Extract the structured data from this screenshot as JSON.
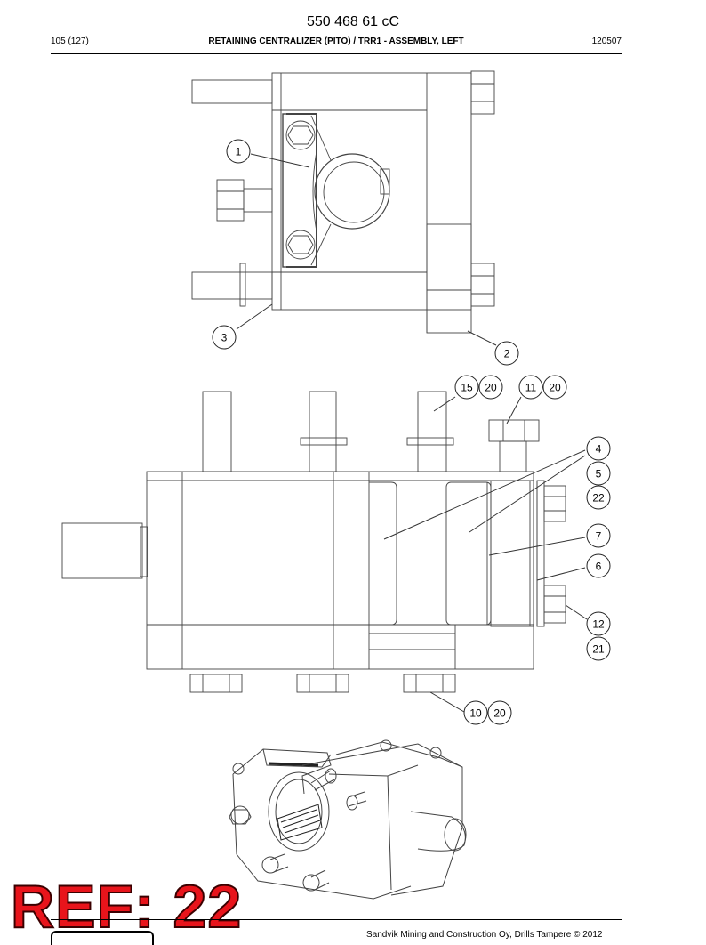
{
  "header": {
    "document_number": "550 468 61 cC",
    "page": "105 (127)",
    "title": "RETAINING CENTRALIZER (PITO) / TRR1 - ASSEMBLY, LEFT",
    "date_code": "120507"
  },
  "callouts": {
    "top_view": [
      "1",
      "3",
      "2"
    ],
    "side_view": {
      "c15": "15",
      "c20a": "20",
      "c11": "11",
      "c20b": "20",
      "c4": "4",
      "c5": "5",
      "c22": "22",
      "c7": "7",
      "c6": "6",
      "c12": "12",
      "c21": "21",
      "c10": "10",
      "c20c": "20"
    }
  },
  "stamp": {
    "ref": "REF: 22"
  },
  "footer": {
    "copyright": "Sandvik Mining and Construction Oy, Drills Tampere © 2012"
  },
  "colors": {
    "stamp": "#e8141b",
    "line": "#444444"
  }
}
